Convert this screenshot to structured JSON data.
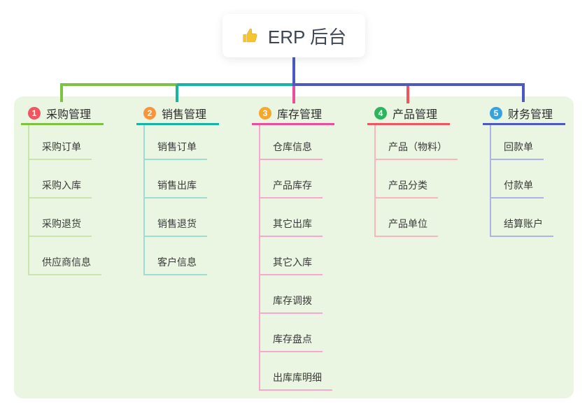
{
  "root": {
    "title": "ERP 后台",
    "icon": "thumbs-up-icon"
  },
  "colors": {
    "root_line": "#4c59c0",
    "panel_bg": "#eaf5e2",
    "branch1": "#7cc342",
    "branch1_light": "#c9e5ae",
    "branch1_badge": "#ef5662",
    "branch2": "#15b5a6",
    "branch2_light": "#9edcd4",
    "branch2_badge": "#f6953c",
    "branch3": "#eb4d9d",
    "branch3_light": "#f6a8d0",
    "branch3_badge": "#f5a82c",
    "branch4": "#f2545f",
    "branch4_light": "#f8b7ba",
    "branch4_badge": "#2db55d",
    "branch5": "#4c59c0",
    "branch5_light": "#a9b6e4",
    "branch5_badge": "#38a1e0"
  },
  "branches": [
    {
      "badge": "1",
      "label": "采购管理",
      "children": [
        "采购订单",
        "采购入库",
        "采购退货",
        "供应商信息"
      ]
    },
    {
      "badge": "2",
      "label": "销售管理",
      "children": [
        "销售订单",
        "销售出库",
        "销售退货",
        "客户信息"
      ]
    },
    {
      "badge": "3",
      "label": "库存管理",
      "children": [
        "仓库信息",
        "产品库存",
        "其它出库",
        "其它入库",
        "库存调拨",
        "库存盘点",
        "出库库明细"
      ]
    },
    {
      "badge": "4",
      "label": "产品管理",
      "children": [
        "产品（物料）",
        "产品分类",
        "产品单位"
      ]
    },
    {
      "badge": "5",
      "label": "财务管理",
      "children": [
        "回款单",
        "付款单",
        "结算账户"
      ]
    }
  ]
}
